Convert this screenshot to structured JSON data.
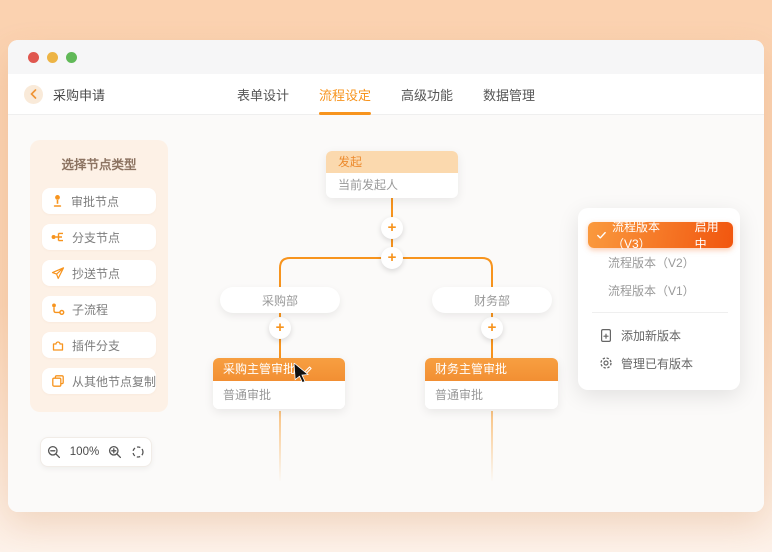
{
  "window": {
    "controls": [
      "close",
      "minimize",
      "maximize"
    ]
  },
  "nav": {
    "back_label": "采购申请",
    "back_icon": "chevron-left-icon",
    "tabs": [
      {
        "label": "表单设计",
        "active": false
      },
      {
        "label": "流程设定",
        "active": true
      },
      {
        "label": "高级功能",
        "active": false
      },
      {
        "label": "数据管理",
        "active": false
      }
    ]
  },
  "sidebar": {
    "title": "选择节点类型",
    "items": [
      {
        "label": "审批节点",
        "icon": "stamp-icon"
      },
      {
        "label": "分支节点",
        "icon": "branch-icon"
      },
      {
        "label": "抄送节点",
        "icon": "paper-plane-icon"
      },
      {
        "label": "子流程",
        "icon": "subflow-icon"
      },
      {
        "label": "插件分支",
        "icon": "puzzle-icon"
      },
      {
        "label": "从其他节点复制",
        "icon": "copy-icon"
      }
    ]
  },
  "canvas": {
    "start_node": {
      "title": "发起",
      "subtitle": "当前发起人"
    },
    "branches": [
      {
        "condition": "采购部",
        "node_title": "采购主管审批",
        "node_subtitle": "普通审批",
        "editing": true
      },
      {
        "condition": "财务部",
        "node_title": "财务主管审批",
        "node_subtitle": "普通审批",
        "editing": false
      }
    ],
    "add_node_icon": "plus-icon",
    "zoom_level": "100%",
    "zoom_controls": [
      "zoom-out-icon",
      "zoom-in-icon",
      "locate-icon"
    ]
  },
  "version_panel": {
    "versions": [
      {
        "label": "流程版本（V3）",
        "status": "启用中",
        "active": true,
        "icon": "check-icon"
      },
      {
        "label": "流程版本（V2）",
        "active": false
      },
      {
        "label": "流程版本（V1）",
        "active": false
      }
    ],
    "actions": [
      {
        "label": "添加新版本",
        "icon": "add-document-icon"
      },
      {
        "label": "管理已有版本",
        "icon": "gear-icon"
      }
    ]
  },
  "colors": {
    "accent_orange": "#f7941e",
    "active_version_gradient": [
      "#fa9a3e",
      "#f1560f"
    ],
    "start_header_bg": "#fbd9ae",
    "start_header_text": "#ec8a2d",
    "approval_header_bg": "#f5953c",
    "page_background_top": "#fbd2b0",
    "page_background_bottom": "#fdf2ea",
    "sidebar_bg": "#fdf1e6",
    "canvas_bg": "#fbfaf9"
  }
}
